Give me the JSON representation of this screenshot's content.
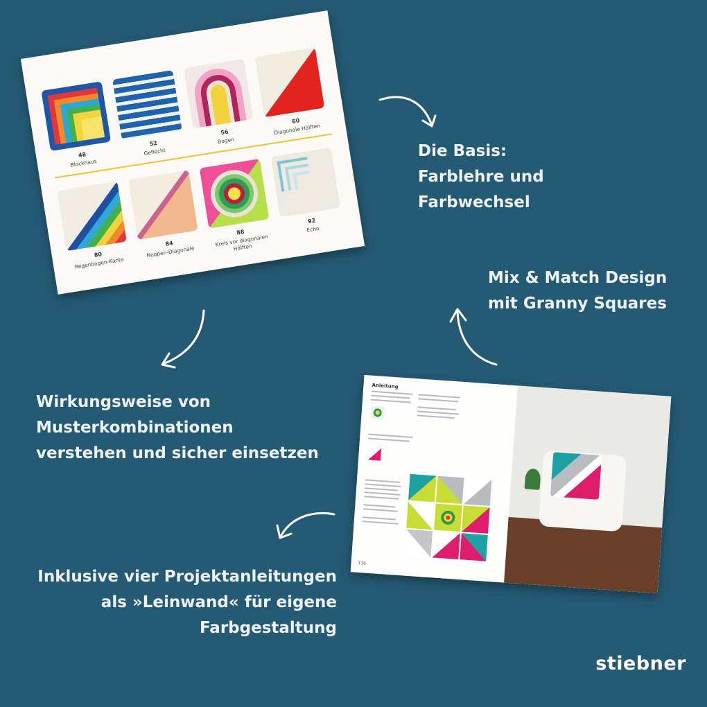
{
  "claims": {
    "basis": [
      "Die Basis:",
      "Farblehre und",
      "Farbwechsel"
    ],
    "mix": [
      "Mix & Match Design",
      "mit Granny Squares"
    ],
    "wirkung": [
      "Wirkungsweise von",
      "Musterkombinationen",
      "verstehen und sicher einsetzen"
    ],
    "inklusive": [
      "Inklusive vier Projektanleitungen",
      "als »Leinwand« für eigene",
      "Farbgestaltung"
    ]
  },
  "page1": {
    "squares": [
      {
        "number": "48",
        "label": "Blockhaus"
      },
      {
        "number": "52",
        "label": "Geflecht"
      },
      {
        "number": "56",
        "label": "Bogen"
      },
      {
        "number": "60",
        "label": "Diagonale Hälften"
      },
      {
        "number": "80",
        "label": "Regenbogen-Kante"
      },
      {
        "number": "84",
        "label": "Noppen-Diagonale"
      },
      {
        "number": "88",
        "label": "Kreis vor diagonalen Hälften"
      },
      {
        "number": "92",
        "label": "Echo"
      }
    ]
  },
  "page2": {
    "heading": "Anleitung",
    "footer": "116"
  },
  "brand": "stiebner",
  "colors": {
    "background": "#255a74",
    "text": "#eef3f5",
    "accent_rule": "#f2c230"
  }
}
